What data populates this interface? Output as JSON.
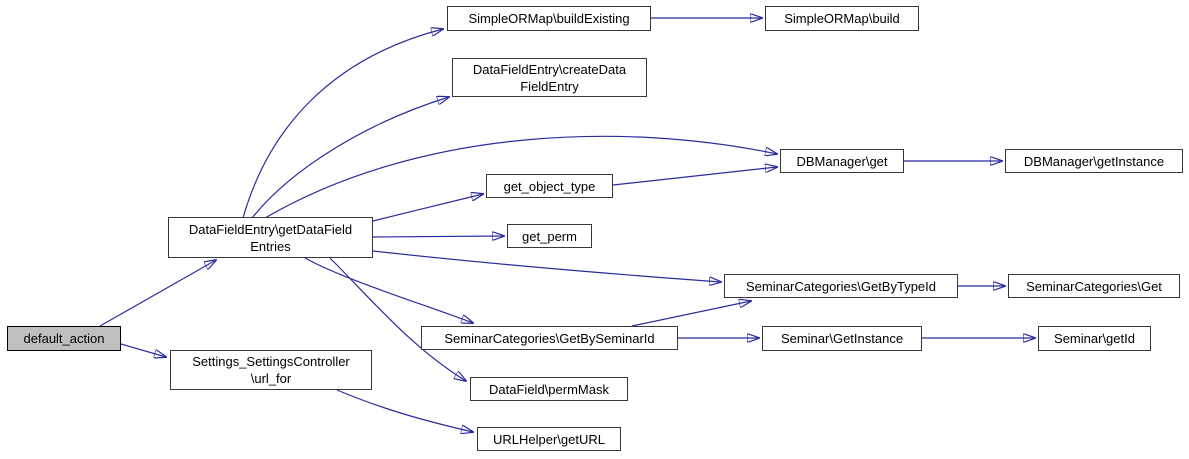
{
  "diagram": {
    "type": "call-graph",
    "colors": {
      "background": "#ffffff",
      "edge": "#2b2b9e",
      "node_border": "#383838",
      "node_fill": "#ffffff",
      "highlight_fill": "#bfbfbf",
      "text": "#000000"
    },
    "nodes": {
      "default_action": {
        "label": "default_action",
        "highlighted": true
      },
      "getDataFieldEntries": {
        "label": "DataFieldEntry\\getDataField\nEntries"
      },
      "url_for": {
        "label": "Settings_SettingsController\n\\url_for"
      },
      "buildExisting": {
        "label": "SimpleORMap\\buildExisting"
      },
      "build": {
        "label": "SimpleORMap\\build"
      },
      "createDataFieldEntry": {
        "label": "DataFieldEntry\\createData\nFieldEntry"
      },
      "dbmanager_get": {
        "label": "DBManager\\get"
      },
      "dbmanager_getInstance": {
        "label": "DBManager\\getInstance"
      },
      "get_object_type": {
        "label": "get_object_type"
      },
      "get_perm": {
        "label": "get_perm"
      },
      "getByTypeId": {
        "label": "SeminarCategories\\GetByTypeId"
      },
      "seminarCategories_get": {
        "label": "SeminarCategories\\Get"
      },
      "getBySeminarId": {
        "label": "SeminarCategories\\GetBySeminarId"
      },
      "seminar_getInstance": {
        "label": "Seminar\\GetInstance"
      },
      "seminar_getId": {
        "label": "Seminar\\getId"
      },
      "permMask": {
        "label": "DataField\\permMask"
      },
      "getURL": {
        "label": "URLHelper\\getURL"
      }
    },
    "edges": [
      {
        "from": "default_action",
        "to": "getDataFieldEntries"
      },
      {
        "from": "default_action",
        "to": "url_for"
      },
      {
        "from": "getDataFieldEntries",
        "to": "buildExisting"
      },
      {
        "from": "getDataFieldEntries",
        "to": "createDataFieldEntry"
      },
      {
        "from": "getDataFieldEntries",
        "to": "dbmanager_get"
      },
      {
        "from": "getDataFieldEntries",
        "to": "get_object_type"
      },
      {
        "from": "getDataFieldEntries",
        "to": "get_perm"
      },
      {
        "from": "getDataFieldEntries",
        "to": "getByTypeId"
      },
      {
        "from": "getDataFieldEntries",
        "to": "getBySeminarId"
      },
      {
        "from": "getDataFieldEntries",
        "to": "permMask"
      },
      {
        "from": "buildExisting",
        "to": "build"
      },
      {
        "from": "get_object_type",
        "to": "dbmanager_get"
      },
      {
        "from": "dbmanager_get",
        "to": "dbmanager_getInstance"
      },
      {
        "from": "getByTypeId",
        "to": "seminarCategories_get"
      },
      {
        "from": "getBySeminarId",
        "to": "getByTypeId"
      },
      {
        "from": "getBySeminarId",
        "to": "seminar_getInstance"
      },
      {
        "from": "seminar_getInstance",
        "to": "seminar_getId"
      },
      {
        "from": "url_for",
        "to": "getURL"
      }
    ]
  }
}
